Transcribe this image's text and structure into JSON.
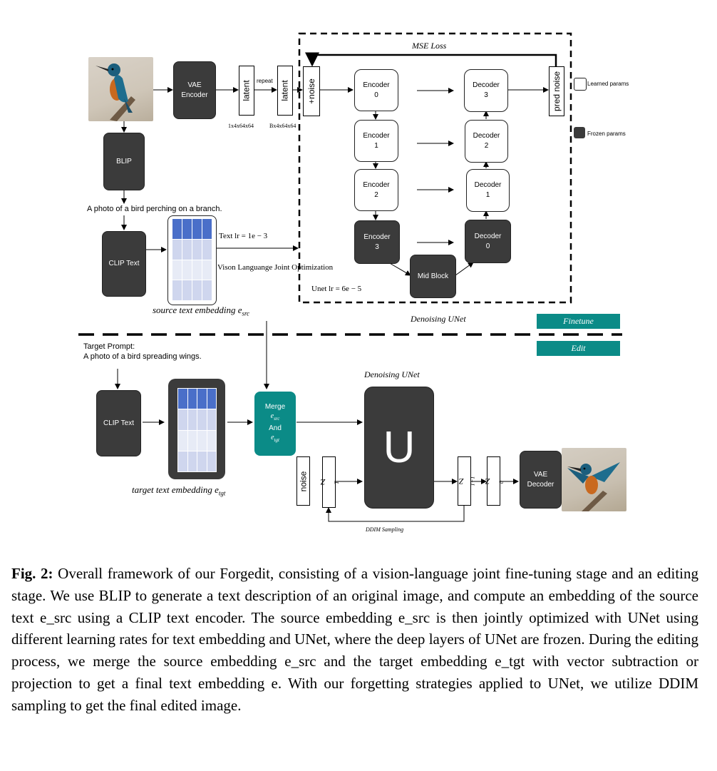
{
  "figure": {
    "mse_loss": "MSE Loss",
    "vae_encoder": "VAE Encoder",
    "latent1": "latent",
    "latent2": "latent",
    "repeat": "repeat",
    "shape1": "1x4x64x64",
    "shape2": "Bx4x64x64",
    "noise_plus": "+noise",
    "pred_noise": "pred noise",
    "encoders": [
      {
        "name": "Encoder",
        "idx": "0"
      },
      {
        "name": "Encoder",
        "idx": "1"
      },
      {
        "name": "Encoder",
        "idx": "2"
      },
      {
        "name": "Encoder",
        "idx": "3"
      }
    ],
    "decoders": [
      {
        "name": "Decoder",
        "idx": "3"
      },
      {
        "name": "Decoder",
        "idx": "2"
      },
      {
        "name": "Decoder",
        "idx": "1"
      },
      {
        "name": "Decoder",
        "idx": "0"
      }
    ],
    "mid_block": "Mid Block",
    "legend_learned": "Learned params",
    "legend_frozen": "Frozen params",
    "blip": "BLIP",
    "source_caption": "A photo of a bird perching on a branch.",
    "clip_text_1": "CLIP Text",
    "text_lr": "Text lr = 1e − 3",
    "joint_opt": "Vison Languange Joint Optimization",
    "unet_lr": "Unet lr = 6e − 5",
    "source_embedding_label": "source text embedding e",
    "source_embedding_sub": "src",
    "denoising_unet_1": "Denoising UNet",
    "finetune": "Finetune",
    "edit": "Edit",
    "target_prompt_title": "Target Prompt:",
    "target_prompt": "A photo of a bird spreading wings.",
    "clip_text_2": "CLIP Text",
    "merge": "Merge",
    "merge_and": "And",
    "merge_esrc": "e",
    "merge_esrc_sub": "src",
    "merge_etgt": "e",
    "merge_etgt_sub": "tgt",
    "denoising_unet_2": "Denoising UNet",
    "u_symbol": "U",
    "noise": "noise",
    "zT": "Z",
    "zT_sub": "T",
    "zT1": "Z",
    "zT1_sub": "T−1",
    "z0": "Z",
    "z0_sub": "0",
    "vae_decoder": "VAE Decoder",
    "target_embedding_label": "target text embedding e",
    "target_embedding_sub": "tgt",
    "ddim_sampling": "DDIM Sampling"
  },
  "caption": {
    "label": "Fig. 2:",
    "text": "Overall framework of our Forgedit, consisting of a vision-language joint fine-tuning stage and an editing stage. We use BLIP to generate a text description of an original image, and compute an embedding of the source text e_src using a CLIP text encoder. The source embedding e_src is then jointly optimized with UNet using different learning rates for text embedding and UNet, where the deep layers of UNet are frozen. During the editing process, we merge the source embedding e_src and the target embedding e_tgt with vector subtraction or projection to get a final text embedding e. With our forgetting strategies applied to UNet, we utilize DDIM sampling to get the final edited image."
  },
  "colors": {
    "dark": "#3b3b3b",
    "teal": "#0b8b87",
    "embed_blue": "#4a6fc9",
    "embed_light": "#d5dcf0"
  }
}
